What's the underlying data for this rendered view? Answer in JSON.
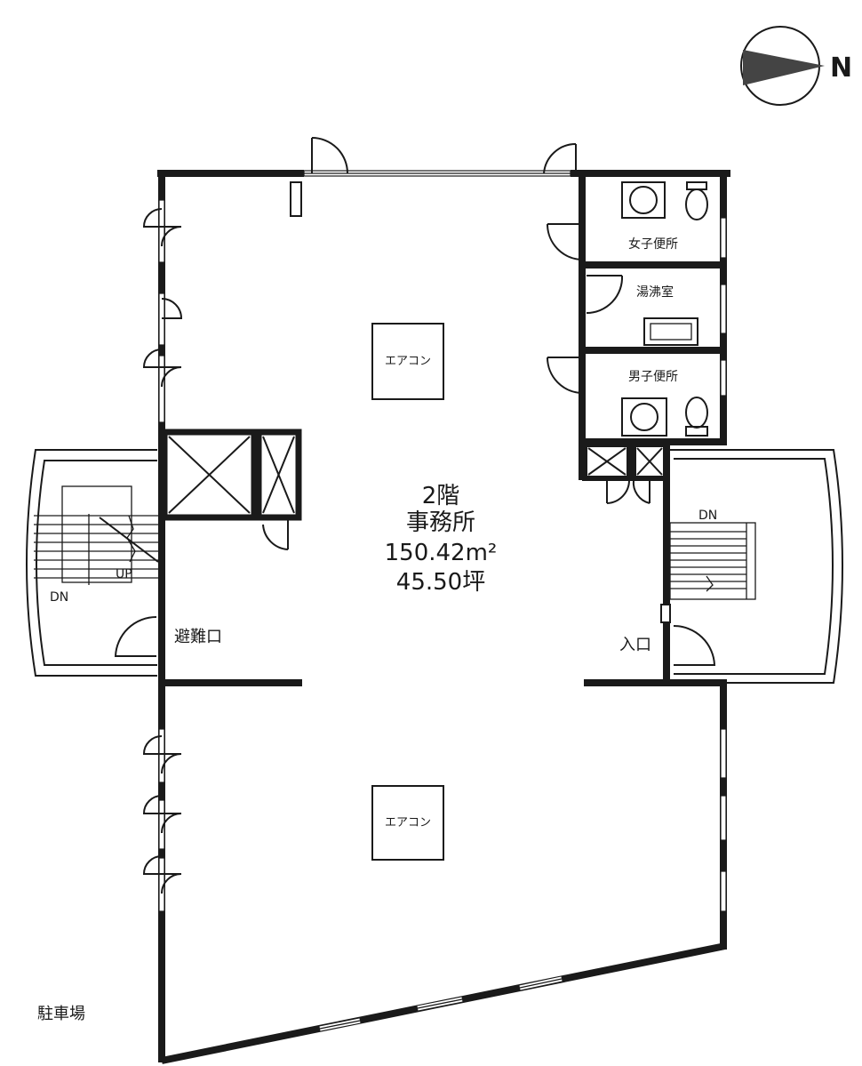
{
  "compass": {
    "label": "N"
  },
  "room_labels": {
    "floor": "2階",
    "room_name": "事務所",
    "area_m2": "150.42m²",
    "area_tsubo": "45.50坪",
    "womens_toilet": "女子便所",
    "kitchenette": "湯沸室",
    "mens_toilet": "男子便所",
    "ac_upper": "エアコン",
    "ac_lower": "エアコン",
    "emergency_exit": "避難口",
    "entrance": "入口",
    "parking": "駐車場"
  },
  "stairs": {
    "left_up": "UP",
    "left_dn": "DN",
    "right_dn": "DN"
  },
  "colors": {
    "line": "#1a1a1a",
    "background": "#ffffff"
  }
}
